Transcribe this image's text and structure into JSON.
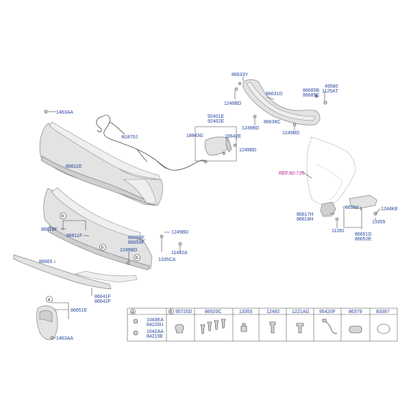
{
  "labels": {
    "l_1463AA_top": "1463AA",
    "l_91870J": "91870J",
    "l_86611E": "86611E",
    "l_86633Y": "86633Y",
    "l_86631D": "86631D",
    "l_1249BD_a": "1249BD",
    "l_92401E": "92401E",
    "l_92402E": "92402E",
    "l_18643G": "18643G",
    "l_18642E": "18642E",
    "l_1249BD_b": "1249BD",
    "l_1249BD_c": "1249BD",
    "l_86636C": "86636C",
    "l_1249BD_d": "1249BD",
    "l_86685B": "86685B",
    "l_86685C": "86685C",
    "l_49580": "49580",
    "l_1125AT": "1125AT",
    "l_REF": "REF.60-710",
    "l_86594": "86594",
    "l_1244KE": "1244KE",
    "l_86617H": "86617H",
    "l_86618H": "86618H",
    "l_13355": "13355",
    "l_11281": "11281",
    "l_86651D": "86651D",
    "l_86652E": "86652E",
    "l_86618F": "86618F",
    "l_86611F": "86611F",
    "l_86653F": "86653F",
    "l_86654F": "86654F",
    "l_1249BD_e": "1249BD",
    "l_1249BD_f": "1249BD",
    "l_11442A": "11442A",
    "l_1335CA": "1335CA",
    "l_86665": "86665",
    "l_86641F": "86641F",
    "l_86642F": "86642F",
    "l_86651E": "86651E",
    "l_1463AA_bot": "1463AA"
  },
  "callouts": {
    "a": "a",
    "b": "b"
  },
  "table": {
    "col_a_key": "a",
    "col_b_key": "b",
    "headers": [
      "95720D",
      "86920C",
      "13355",
      "12492",
      "1221AG",
      "95420F",
      "86379",
      "83397"
    ],
    "a_rows": [
      "1043EA",
      "84220U",
      "1042AA",
      "84219E"
    ]
  }
}
